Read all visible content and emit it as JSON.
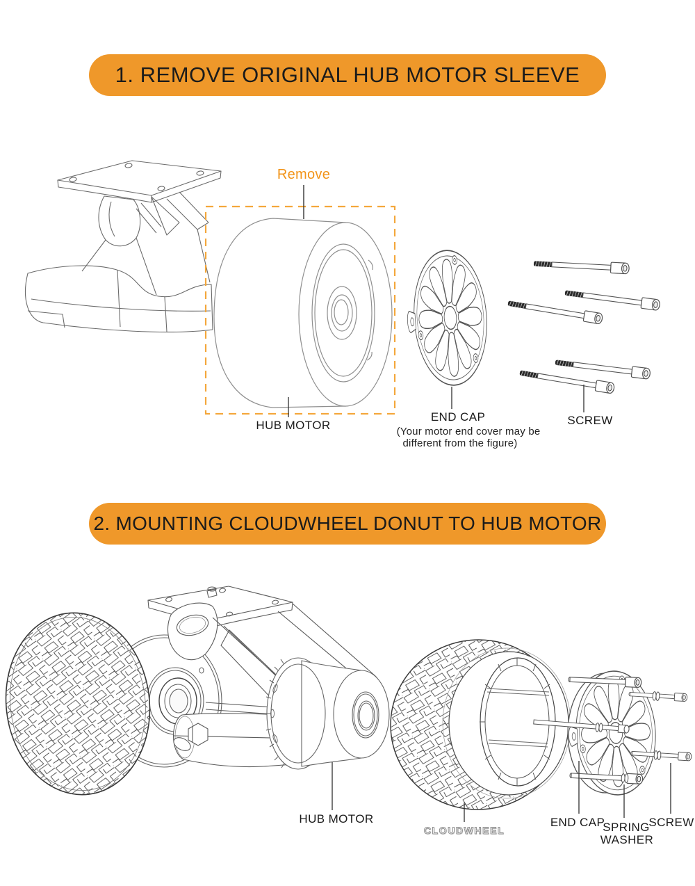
{
  "page": {
    "background": "#ffffff",
    "accent_orange": "#EF982A",
    "dash_orange": "#F4A73B",
    "remove_orange": "#F29419",
    "text_color": "#1b1b1b"
  },
  "section1": {
    "banner": "1. REMOVE ORIGINAL HUB MOTOR SLEEVE",
    "labels": {
      "remove": "Remove",
      "hub_motor": "HUB MOTOR",
      "end_cap": "END CAP",
      "end_cap_note_line1": "(Your motor end cover may be",
      "end_cap_note_line2": "different from the figure)",
      "screw": "SCREW"
    }
  },
  "section2": {
    "banner": "2. MOUNTING CLOUDWHEEL DONUT TO HUB MOTOR",
    "labels": {
      "hub_motor": "HUB MOTOR",
      "cloudwheel_logo": "CLOUDWHEEL",
      "end_cap": "END CAP",
      "spring_washer_line1": "SPRING",
      "spring_washer_line2": "WASHER",
      "screw": "SCREW"
    }
  }
}
